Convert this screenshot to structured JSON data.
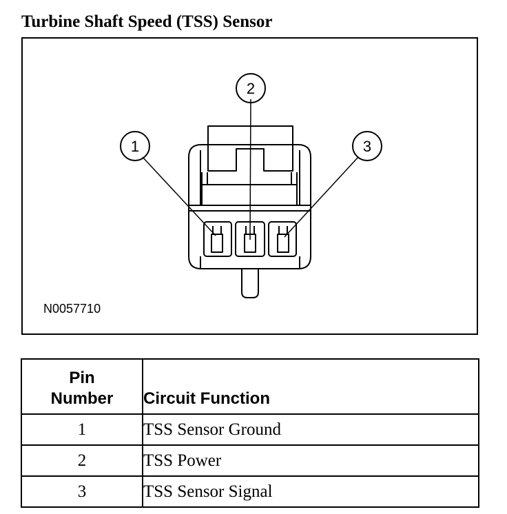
{
  "title": "Turbine Shaft Speed (TSS) Sensor",
  "figure": {
    "id": "N0057710",
    "callouts": [
      {
        "label": "1"
      },
      {
        "label": "2"
      },
      {
        "label": "3"
      }
    ]
  },
  "table": {
    "headers": {
      "pin": "Pin Number",
      "function": "Circuit Function"
    },
    "rows": [
      {
        "pin": "1",
        "function": "TSS Sensor Ground"
      },
      {
        "pin": "2",
        "function": "TSS Power"
      },
      {
        "pin": "3",
        "function": "TSS Sensor Signal"
      }
    ]
  }
}
